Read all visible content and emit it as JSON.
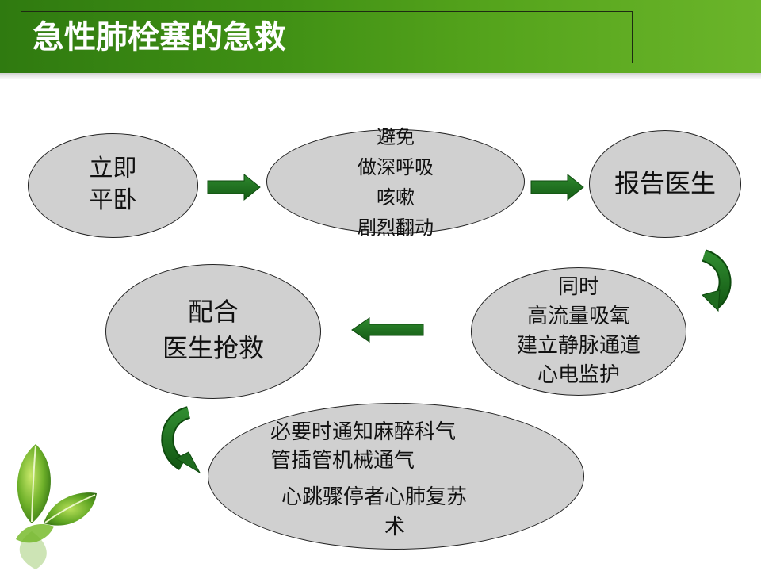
{
  "slide": {
    "title": "急性肺栓塞的急救"
  },
  "nodes": [
    {
      "id": "lie-flat",
      "lines": [
        "立即",
        "平卧"
      ]
    },
    {
      "id": "avoid-actions",
      "lines": [
        "避免",
        "做深呼吸",
        "咳嗽",
        "剧烈翻动"
      ]
    },
    {
      "id": "report-doctor",
      "lines": [
        "报告医生"
      ]
    },
    {
      "id": "high-flow-oxygen",
      "lines": [
        "同时",
        "高流量吸氧",
        "建立静脉通道",
        "心电监护"
      ]
    },
    {
      "id": "assist-rescue",
      "lines": [
        "配合",
        "医生抢救"
      ]
    },
    {
      "id": "anesthesia-cpr",
      "lines": [
        "必要时通知麻醉科气",
        "管插管机械通气",
        "心跳骤停者心肺复苏",
        "术"
      ]
    }
  ],
  "colors": {
    "header": "#3f8f14",
    "node_fill": "#d0d0d0",
    "arrow": "#1f6b1f"
  }
}
